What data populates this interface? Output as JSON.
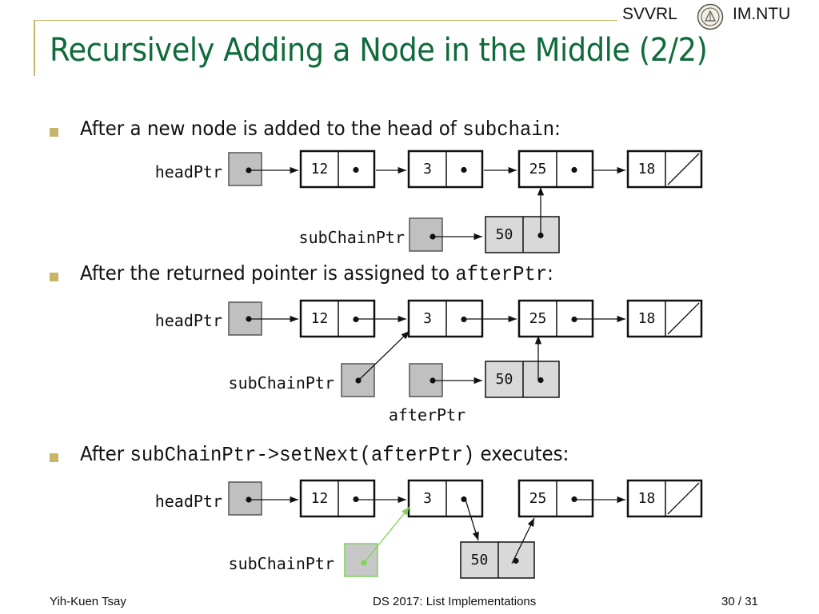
{
  "header": {
    "brand_left": "SVVRL",
    "brand_right": "IM.NTU",
    "seal_icon": "ntu-seal-icon"
  },
  "title": "Recursively Adding a Node in the Middle (2/2)",
  "bullets": [
    {
      "text": "After a new node is added to the head of ",
      "code": "subchain",
      "suffix": ":"
    },
    {
      "text": "After the returned pointer is assigned to ",
      "code": "afterPtr",
      "suffix": ":"
    },
    {
      "text": "After ",
      "code": "subChainPtr->setNext(afterPtr)",
      "suffix": " executes:"
    }
  ],
  "labels": {
    "head": "headPtr",
    "sub": "subChainPtr",
    "after": "afterPtr"
  },
  "nodes": {
    "n12": "12",
    "n3": "3",
    "n25": "25",
    "n18": "18",
    "n50": "50"
  },
  "footer": {
    "author": "Yih-Kuen Tsay",
    "course": "DS 2017: List Implementations",
    "page": "30",
    "total": "31"
  },
  "colors": {
    "title": "#0f6b3a",
    "accent": "#c8b56a",
    "pointer_box": "#c0c0c0",
    "highlight": "#7fd35a"
  }
}
